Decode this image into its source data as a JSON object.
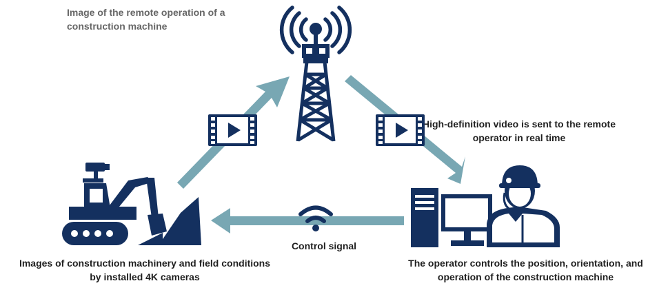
{
  "diagram": {
    "title": "Image of the remote operation of a construction machine",
    "video_caption": "High-definition video is sent to the remote operator in real time",
    "control_caption": "Control signal",
    "machine_caption": "Images of construction machinery and field conditions by installed 4K cameras",
    "operator_caption": "The operator controls the position, orientation, and operation of the construction machine"
  },
  "colors": {
    "icon_navy": "#14305f",
    "arrow_teal": "#78a7b3",
    "label_gray": "#666666",
    "text_dark": "#1f1f1f"
  },
  "icons": [
    "radio-tower-icon",
    "video-play-icon",
    "wifi-signal-icon",
    "excavator-with-camera-icon",
    "remote-operator-workstation-icon"
  ]
}
